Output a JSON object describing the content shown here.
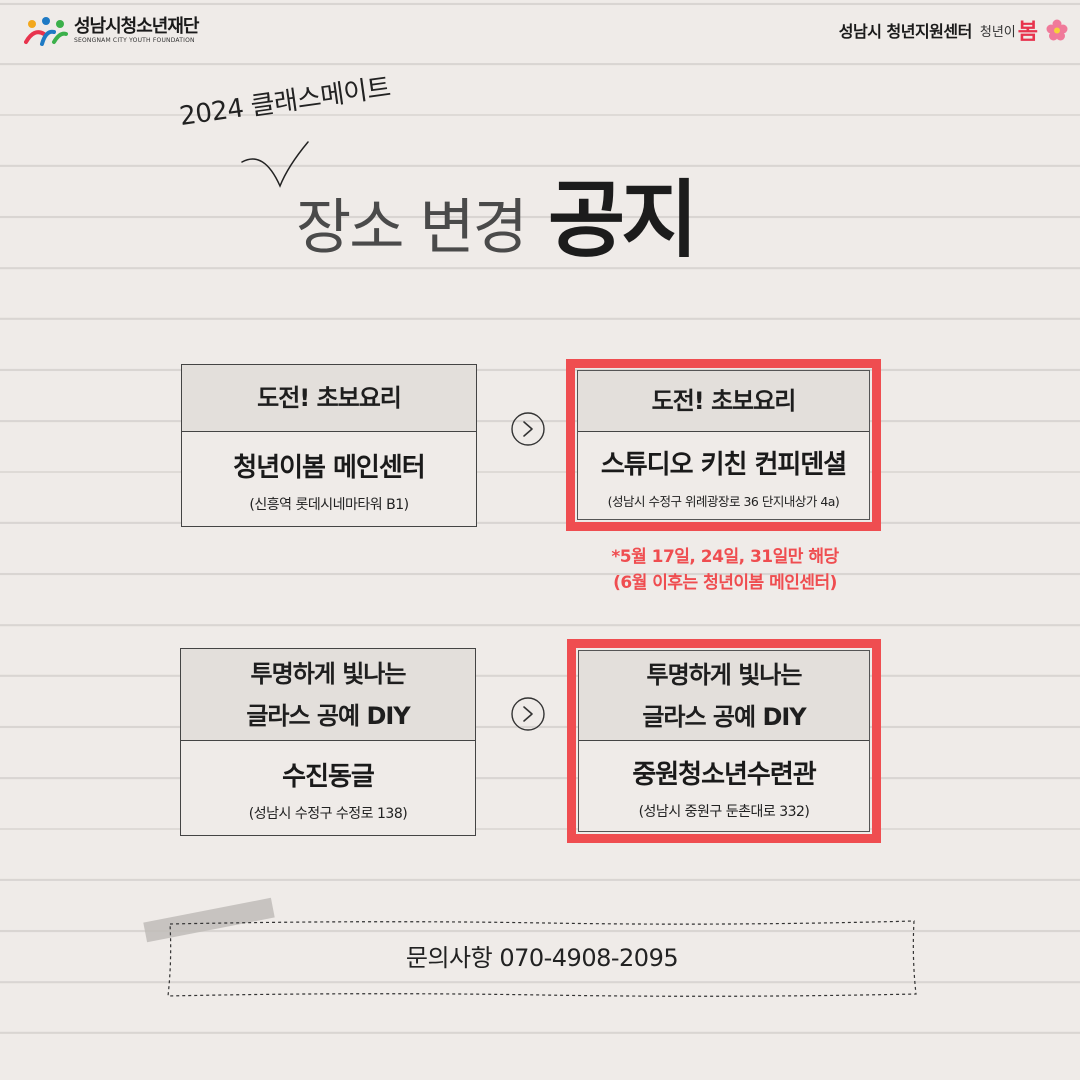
{
  "header": {
    "foundation_name": "성남시청소년재단",
    "foundation_name_en": "SEONGNAM CITY YOUTH FOUNDATION",
    "center_name": "성남시 청년지원센터",
    "brand_sub": "청년이",
    "brand_main": "봄"
  },
  "hero": {
    "subtitle": "2024 클래스메이트",
    "title_part1": "장소 변경",
    "title_part2": "공지"
  },
  "class1": {
    "before": {
      "class_name": "도전! 초보요리",
      "place": "청년이봄 메인센터",
      "address": "(신흥역 롯데시네마타워 B1)"
    },
    "after": {
      "class_name": "도전! 초보요리",
      "place": "스튜디오 키친 컨피덴셜",
      "address": "(성남시 수정구 위례광장로 36 단지내상가 4a)"
    },
    "note_line1": "*5월 17일, 24일, 31일만 해당",
    "note_line2": "(6월 이후는 청년이봄 메인센터)"
  },
  "class2": {
    "before": {
      "class_line1": "투명하게 빛나는",
      "class_line2": "글라스 공예 DIY",
      "place": "수진동글",
      "address": "(성남시 수정구 수정로 138)"
    },
    "after": {
      "class_line1": "투명하게 빛나는",
      "class_line2": "글라스 공예 DIY",
      "place": "중원청소년수련관",
      "address": "(성남시 중원구 둔촌대로 332)"
    }
  },
  "inquiry": {
    "text": "문의사항 070-4908-2095"
  },
  "colors": {
    "accent_red": "#ef4d50",
    "background": "#efebe8",
    "header_fill": "#e3dfdb"
  },
  "icons": [
    "foundation-logo-icon",
    "flower-icon",
    "chevron-right-icon",
    "check-stroke-icon"
  ]
}
